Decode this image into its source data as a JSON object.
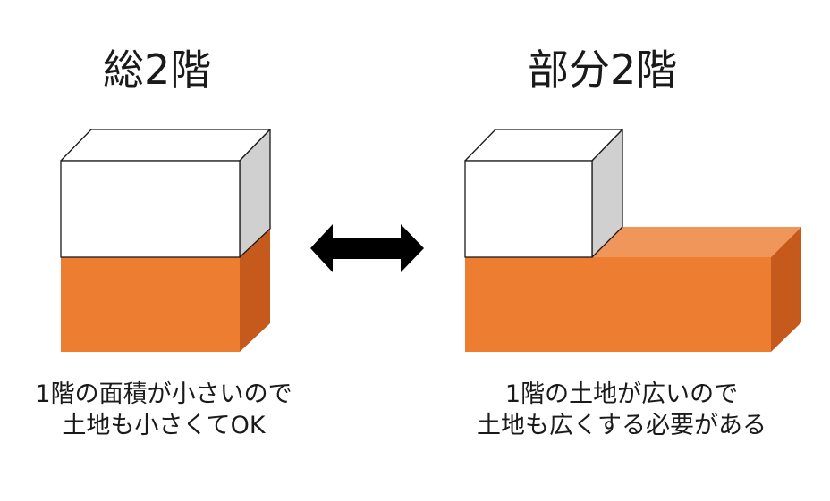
{
  "left": {
    "title": "総2階",
    "caption_line1": "1階の面積が小さいので",
    "caption_line2": "土地も小さくてOK"
  },
  "right": {
    "title": "部分2階",
    "caption_line1": "1階の土地が広いので",
    "caption_line2": "土地も広くする必要がある"
  },
  "colors": {
    "upper_floor_front": "#ffffff",
    "upper_floor_side": "#d0d0d0",
    "ground_floor_front": "#ed7d31",
    "ground_floor_side": "#c55a1c",
    "ground_floor_top": "#f0965a",
    "outline": "#1a1a1a",
    "arrow": "#000000"
  },
  "arrow_icon": "double-arrow-icon"
}
